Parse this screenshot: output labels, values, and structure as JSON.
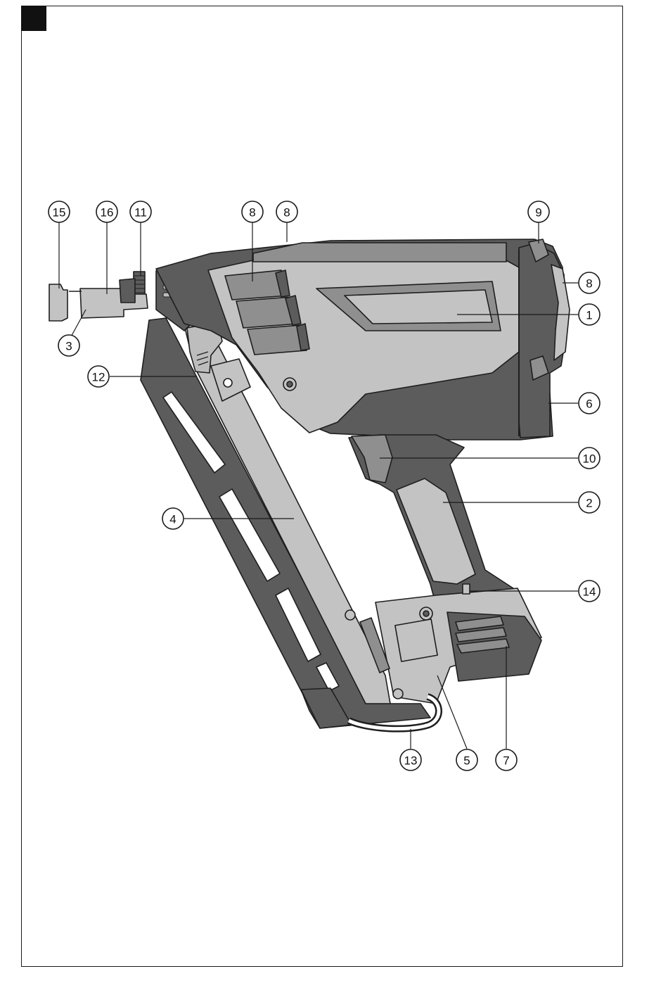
{
  "colors": {
    "frame": "#1a1a1a",
    "tab": "#111111",
    "dark_grey": "#5c5c5c",
    "mid_grey": "#8f8f8f",
    "light_grey": "#c3c3c3",
    "outline": "#1e1e1e"
  },
  "callouts": [
    {
      "id": "c15",
      "label": "15"
    },
    {
      "id": "c16",
      "label": "16"
    },
    {
      "id": "c11",
      "label": "11"
    },
    {
      "id": "c8a",
      "label": "8"
    },
    {
      "id": "c8b",
      "label": "8"
    },
    {
      "id": "c9",
      "label": "9"
    },
    {
      "id": "c8c",
      "label": "8"
    },
    {
      "id": "c1",
      "label": "1"
    },
    {
      "id": "c3",
      "label": "3"
    },
    {
      "id": "c12",
      "label": "12"
    },
    {
      "id": "c6",
      "label": "6"
    },
    {
      "id": "c10",
      "label": "10"
    },
    {
      "id": "c2",
      "label": "2"
    },
    {
      "id": "c4",
      "label": "4"
    },
    {
      "id": "c14",
      "label": "14"
    },
    {
      "id": "c13",
      "label": "13"
    },
    {
      "id": "c5",
      "label": "5"
    },
    {
      "id": "c7",
      "label": "7"
    }
  ]
}
